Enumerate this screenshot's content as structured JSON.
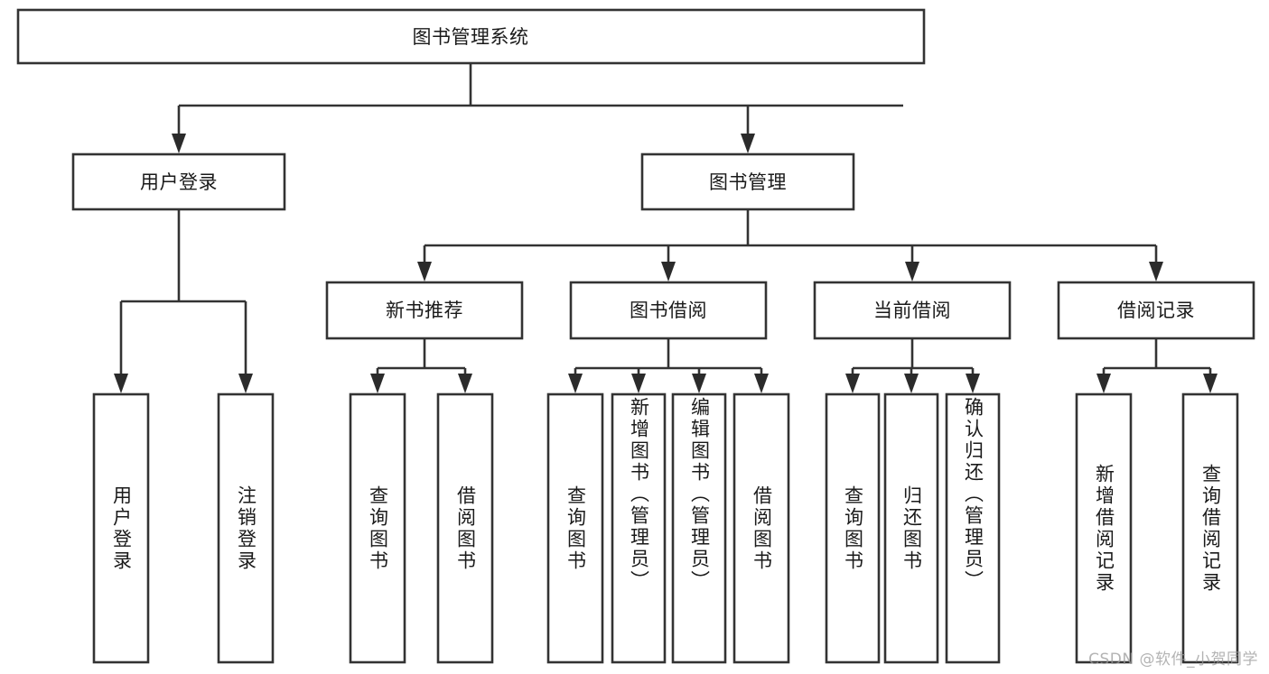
{
  "diagram": {
    "type": "tree-hierarchy-chart",
    "title": "图书管理系统",
    "orientation": "top-down",
    "colors": {
      "box_fill": "#ffffff",
      "box_stroke": "#333333",
      "text": "#1a1a1a",
      "background": "#ffffff",
      "watermark": "#9a9a9a"
    },
    "root": {
      "label": "图书管理系统"
    },
    "level2": [
      {
        "label": "用户登录"
      },
      {
        "label": "图书管理"
      }
    ],
    "level3": [
      {
        "label": "新书推荐"
      },
      {
        "label": "图书借阅"
      },
      {
        "label": "当前借阅"
      },
      {
        "label": "借阅记录"
      }
    ],
    "leaves": {
      "user_login": [
        {
          "label": "用户登录"
        },
        {
          "label": "注销登录"
        }
      ],
      "new_book_recommend": [
        {
          "label": "查询图书"
        },
        {
          "label": "借阅图书"
        }
      ],
      "book_borrow": [
        {
          "label": "查询图书"
        },
        {
          "label": "新增图书（管理员）"
        },
        {
          "label": "编辑图书（管理员）"
        },
        {
          "label": "借阅图书"
        }
      ],
      "current_borrow": [
        {
          "label": "查询图书"
        },
        {
          "label": "归还图书"
        },
        {
          "label": "确认归还（管理员）"
        }
      ],
      "borrow_record": [
        {
          "label": "新增借阅记录"
        },
        {
          "label": "查询借阅记录"
        }
      ]
    }
  },
  "watermark": {
    "text": "CSDN @软件_小贺同学"
  }
}
